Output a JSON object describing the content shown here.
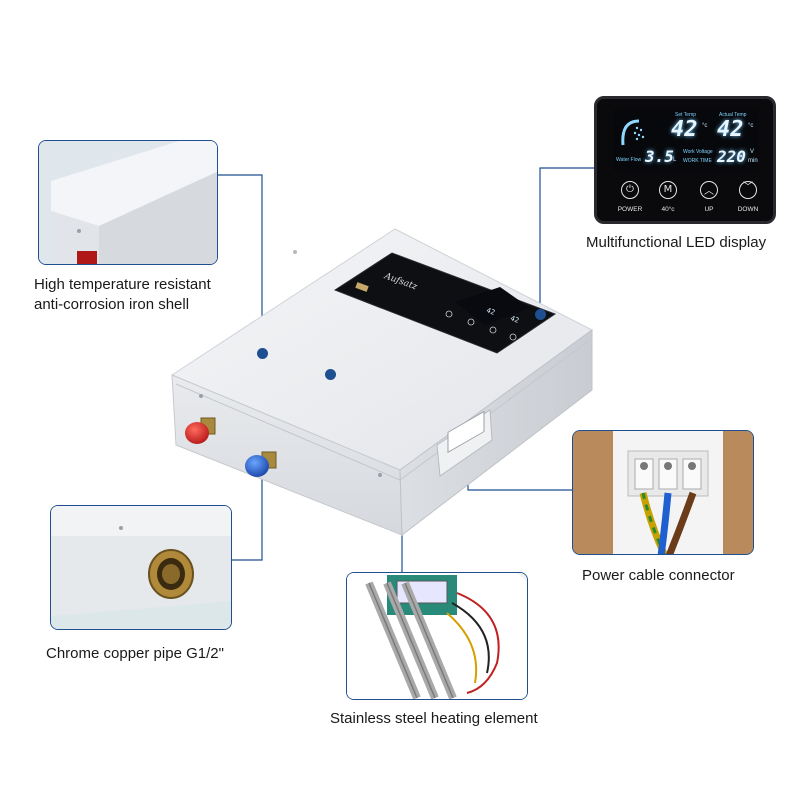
{
  "callouts": {
    "shell": {
      "caption_line1": "High temperature resistant",
      "caption_line2": "anti-corrosion iron shell"
    },
    "display": {
      "caption": "Multifunctional LED display"
    },
    "pipe": {
      "caption": "Chrome copper pipe G1/2\""
    },
    "connector": {
      "caption": "Power cable connector"
    },
    "heating": {
      "caption": "Stainless steel heating element"
    }
  },
  "led_display": {
    "set_temp_label": "Set Temp",
    "actual_temp_label": "Actual Temp",
    "set_temp": "42",
    "actual_temp": "42",
    "temp_unit": "°c",
    "water_flow_label": "Water Flow",
    "water_flow": "3.5",
    "flow_unit": "L",
    "work_voltage_label": "Work Voltage",
    "work_time_label": "WORK TIME",
    "voltage": "220",
    "voltage_unit": "V",
    "time_unit": "min",
    "buttons": [
      {
        "symbol": "⏻",
        "label": "POWER",
        "icon": "power-icon"
      },
      {
        "symbol": "M",
        "label": "40°c",
        "icon": "mode-icon"
      },
      {
        "symbol": "︿",
        "label": "UP",
        "icon": "up-arrow-icon"
      },
      {
        "symbol": "﹀",
        "label": "DOWN",
        "icon": "down-arrow-icon"
      }
    ]
  },
  "colors": {
    "accent": "#1d4f91",
    "border": "#1f4f8f",
    "hot_valve": "#d22a2a",
    "cold_valve": "#1f5fd0",
    "led_glow": "#6fc8ff"
  }
}
